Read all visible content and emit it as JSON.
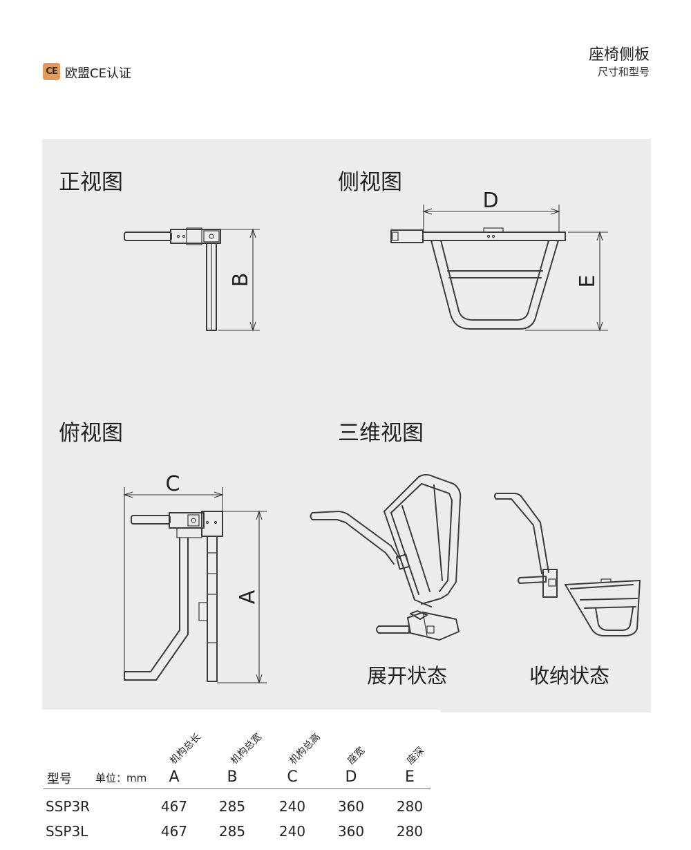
{
  "header": {
    "ce_badge": "CE",
    "ce_text": "欧盟CE认证",
    "title": "座椅侧板",
    "subtitle": "尺寸和型号"
  },
  "views": {
    "front": "正视图",
    "side": "侧视图",
    "top": "俯视图",
    "three_d": "三维视图"
  },
  "states": {
    "deployed": "展开状态",
    "stowed": "收纳状态"
  },
  "dimensions": {
    "a": "A",
    "b": "B",
    "c": "C",
    "d": "D",
    "e": "E"
  },
  "table": {
    "model_label": "型号",
    "unit_label": "单位：mm",
    "columns": [
      {
        "letter": "A",
        "desc": "机构总长"
      },
      {
        "letter": "B",
        "desc": "机构总宽"
      },
      {
        "letter": "C",
        "desc": "机构总高"
      },
      {
        "letter": "D",
        "desc": "座宽"
      },
      {
        "letter": "E",
        "desc": "座深"
      }
    ],
    "rows": [
      {
        "model": "SSP3R",
        "values": [
          "467",
          "285",
          "240",
          "360",
          "280"
        ]
      },
      {
        "model": "SSP3L",
        "values": [
          "467",
          "285",
          "240",
          "360",
          "280"
        ]
      }
    ]
  }
}
